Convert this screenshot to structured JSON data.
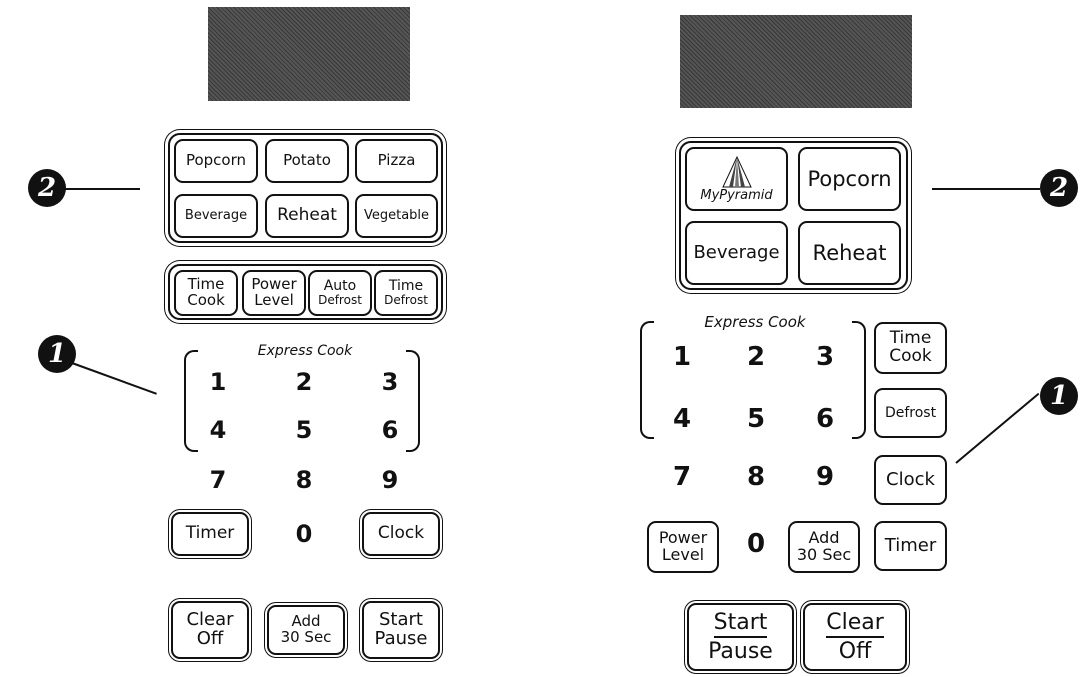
{
  "callouts": {
    "one": "1",
    "two": "2"
  },
  "left": {
    "auto_buttons": [
      "Popcorn",
      "Potato",
      "Pizza",
      "Beverage",
      "Reheat",
      "Vegetable"
    ],
    "function_buttons": [
      {
        "line1": "Time",
        "line2": "Cook"
      },
      {
        "line1": "Power",
        "line2": "Level"
      },
      {
        "line1": "Auto",
        "line2": "Defrost"
      },
      {
        "line1": "Time",
        "line2": "Defrost"
      }
    ],
    "express_cook": "Express Cook",
    "digits": [
      "1",
      "2",
      "3",
      "4",
      "5",
      "6",
      "7",
      "8",
      "9",
      "0"
    ],
    "timer": "Timer",
    "clock": "Clock",
    "clear": {
      "line1": "Clear",
      "line2": "Off"
    },
    "add": {
      "line1": "Add",
      "line2": "30 Sec"
    },
    "start": {
      "line1": "Start",
      "line2": "Pause"
    }
  },
  "right": {
    "mypyramid": "MyPyramid",
    "popcorn": "Popcorn",
    "beverage": "Beverage",
    "reheat": "Reheat",
    "express_cook": "Express Cook",
    "digits": [
      "1",
      "2",
      "3",
      "4",
      "5",
      "6",
      "7",
      "8",
      "9",
      "0"
    ],
    "time_cook": {
      "line1": "Time",
      "line2": "Cook"
    },
    "defrost": "Defrost",
    "clock": "Clock",
    "power": {
      "line1": "Power",
      "line2": "Level"
    },
    "add": {
      "line1": "Add",
      "line2": "30 Sec"
    },
    "timer": "Timer",
    "start": {
      "line1": "Start",
      "line2": "Pause"
    },
    "clear": {
      "line1": "Clear",
      "line2": "Off"
    }
  }
}
